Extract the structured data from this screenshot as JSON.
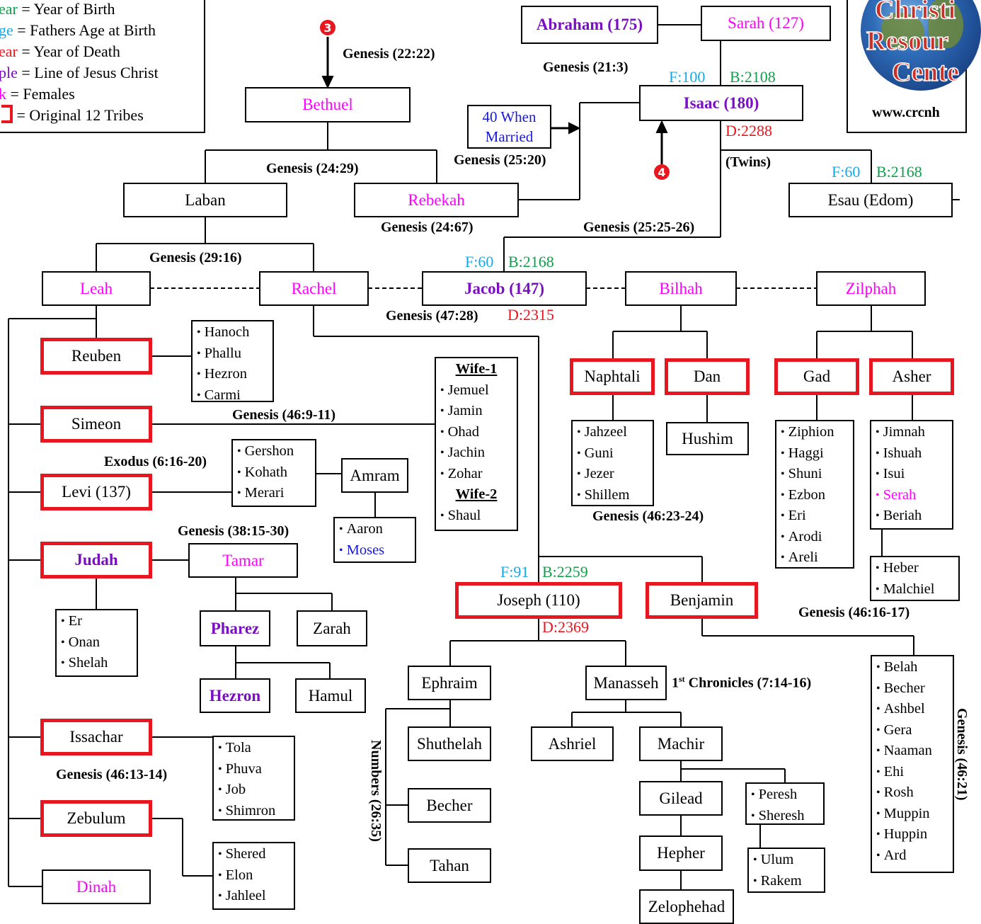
{
  "legend": {
    "rows": [
      {
        "key": "ear",
        "text": " = Year of Birth",
        "color": "#10a04a"
      },
      {
        "key": "ge",
        "text": " = Fathers Age at Birth",
        "color": "#14a9e6"
      },
      {
        "key": "ear",
        "text": " = Year of Death",
        "color": "#e8161f"
      },
      {
        "key": "ple",
        "text": " = Line of Jesus Christ",
        "color": "#7a0fc2"
      },
      {
        "key": "k",
        "text": " = Females",
        "color": "#ff00ff"
      },
      {
        "key": "",
        "text": " = Original 12 Tribes",
        "color": "#000000"
      }
    ]
  },
  "logo": {
    "line1": "Christi",
    "line2": "Resour",
    "line3": "Cente",
    "url": "www.crcnh"
  },
  "people": {
    "abraham": "Abraham (175)",
    "sarah": "Sarah (127)",
    "bethuel": "Bethuel",
    "isaac": "Isaac (180)",
    "married": "40 When Married",
    "laban": "Laban",
    "rebekah": "Rebekah",
    "esau": "Esau (Edom)",
    "leah": "Leah",
    "rachel": "Rachel",
    "jacob": "Jacob (147)",
    "bilhah": "Bilhah",
    "zilphah": "Zilphah",
    "reuben": "Reuben",
    "simeon": "Simeon",
    "levi": "Levi (137)",
    "judah": "Judah",
    "issachar": "Issachar",
    "zebulum": "Zebulum",
    "dinah": "Dinah",
    "naphtali": "Naphtali",
    "dan": "Dan",
    "gad": "Gad",
    "asher": "Asher",
    "hushim": "Hushim",
    "amram": "Amram",
    "tamar": "Tamar",
    "pharez": "Pharez",
    "zarah": "Zarah",
    "hezron": "Hezron",
    "hamul": "Hamul",
    "joseph": "Joseph (110)",
    "benjamin": "Benjamin",
    "ephraim": "Ephraim",
    "manasseh": "Manasseh",
    "shuthelah": "Shuthelah",
    "becher": "Becher",
    "tahan": "Tahan",
    "ashriel": "Ashriel",
    "machir": "Machir",
    "gilead": "Gilead",
    "hepher": "Hepher",
    "zelophehad": "Zelophehad"
  },
  "refs": {
    "g2222": "Genesis (22:22)",
    "g213": "Genesis (21:3)",
    "g2429": "Genesis (24:29)",
    "g2520": "Genesis (25:20)",
    "g2467": "Genesis (24:67)",
    "g2525": "Genesis (25:25-26)",
    "g2916": "Genesis (29:16)",
    "g4728": "Genesis (47:28)",
    "g46911": "Genesis (46:9-11)",
    "ex": "Exodus (6:16-20)",
    "g3815": "Genesis (38:15-30)",
    "g4623": "Genesis (46:23-24)",
    "g4616": "Genesis (46:16-17)",
    "g4613": "Genesis (46:13-14)",
    "chr_prefix": "1",
    "chr_sup": "st",
    "chr": " Chronicles (7:14-16)",
    "num": "Numbers (26:35)",
    "twins": "(Twins)",
    "right_edge": "Genesis (46:21)"
  },
  "stats": {
    "isaac_f": "F:100",
    "isaac_b": "B:2108",
    "isaac_d": "D:2288",
    "esau_f": "F:60",
    "esau_b": "B:2168",
    "jacob_f": "F:60",
    "jacob_b": "B:2168",
    "jacob_d": "D:2315",
    "joseph_f": "F:91",
    "joseph_b": "B:2259",
    "joseph_d": "D:2369"
  },
  "badges": {
    "three": "3",
    "four": "4"
  },
  "lists": {
    "reuben": [
      "Hanoch",
      "Phallu",
      "Hezron",
      "Carmi"
    ],
    "wife1_title": "Wife-1",
    "wife1": [
      "Jemuel",
      "Jamin",
      "Ohad",
      "Jachin",
      "Zohar"
    ],
    "wife2_title": "Wife-2",
    "wife2": [
      "Shaul"
    ],
    "levi": [
      "Gershon",
      "Kohath",
      "Merari"
    ],
    "amram": [
      "Aaron",
      "Moses"
    ],
    "judah": [
      "Er",
      "Onan",
      "Shelah"
    ],
    "issachar": [
      "Tola",
      "Phuva",
      "Job",
      "Shimron"
    ],
    "zebulum": [
      "Shered",
      "Elon",
      "Jahleel"
    ],
    "naphtali": [
      "Jahzeel",
      "Guni",
      "Jezer",
      "Shillem"
    ],
    "gad": [
      "Ziphion",
      "Haggi",
      "Shuni",
      "Ezbon",
      "Eri",
      "Arodi",
      "Areli"
    ],
    "asher": [
      "Jimnah",
      "Ishuah",
      "Isui",
      "Serah",
      "Beriah"
    ],
    "beriah": [
      "Heber",
      "Malchiel"
    ],
    "benjamin": [
      "Belah",
      "Becher",
      "Ashbel",
      "Gera",
      "Naaman",
      "Ehi",
      "Rosh",
      "Muppin",
      "Huppin",
      "Ard"
    ],
    "machir": [
      "Peresh",
      "Sheresh"
    ],
    "sheresh": [
      "Ulum",
      "Rakem"
    ]
  },
  "colors": {
    "tribe_border": "#e8161f",
    "female": "#ff00ff",
    "christ_line": "#7a0fc2",
    "birth": "#10a04a",
    "father_age": "#14a9e6",
    "death": "#e8161f"
  }
}
